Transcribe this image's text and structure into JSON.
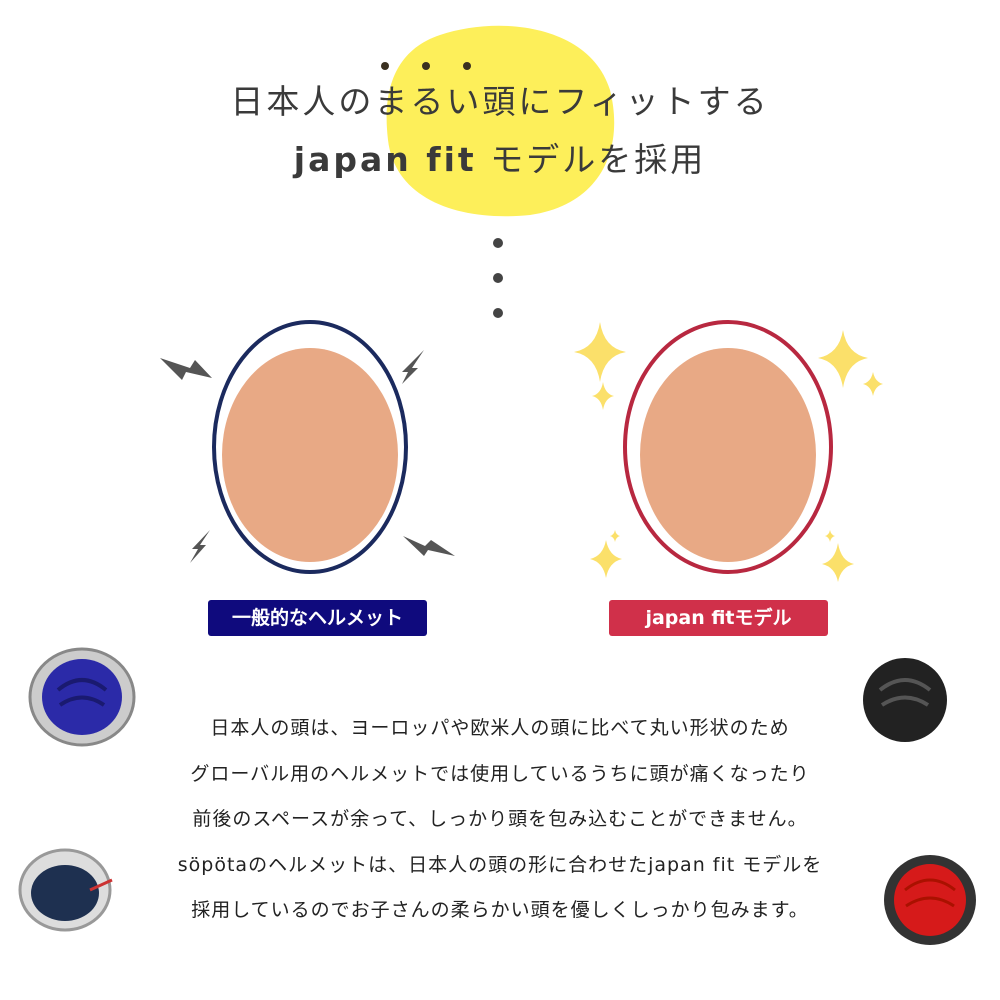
{
  "heading": {
    "line1": "日本人のまるい頭にフィットする",
    "line2_bold": "japan fit",
    "line2_rest": " モデルを採用"
  },
  "labels": {
    "general": "一般的なヘルメット",
    "japan_fit": "japan fitモデル"
  },
  "body_lines": [
    "日本人の頭は、ヨーロッパや欧米人の頭に比べて丸い形状のため",
    "グローバル用のヘルメットでは使用しているうちに頭が痛くなったり",
    "前後のスペースが余って、しっかり頭を包み込むことができません。",
    "söpötaのヘルメットは、日本人の頭の形に合わせたjapan fit モデルを",
    "採用しているのでお子さんの柔らかい頭を優しくしっかり包みます。"
  ],
  "colors": {
    "highlight": "#fdef5a",
    "general_outline": "#1b2a5e",
    "japan_outline": "#b82840",
    "head": "#e8a985",
    "general_label": "#0f0a7d",
    "japan_label": "#d0304a"
  }
}
